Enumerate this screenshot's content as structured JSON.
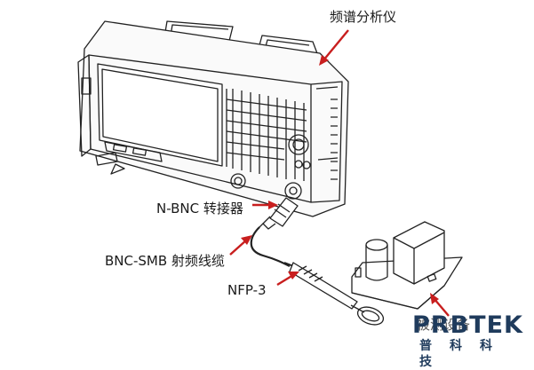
{
  "labels": {
    "analyzer": "频谱分析仪",
    "adapter": "N-BNC 转接器",
    "cable": "BNC-SMB 射频线缆",
    "probe": "NFP-3",
    "board": "被测设备"
  },
  "logo": {
    "name": "PRBTEK",
    "subtitle": "普科科技",
    "color": "#1f3b5c",
    "accent": "#d9261c"
  },
  "colors": {
    "arrow": "#c81e1e",
    "line": "#222222"
  }
}
